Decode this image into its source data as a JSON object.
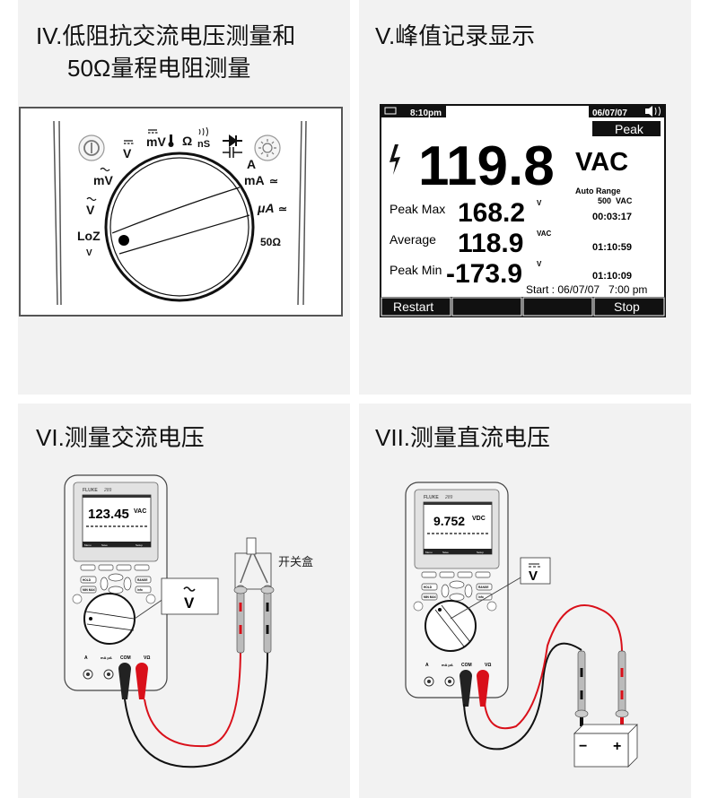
{
  "panels": [
    {
      "title_line1": "IV.低阻抗交流电压测量和",
      "title_line2": "50Ω量程电阻测量",
      "dial": {
        "v_dc": "V",
        "mv_dc": "mV",
        "ohm": "Ω",
        "ns": "nS",
        "mv_ac": "mV",
        "v_ac": "V",
        "loz": "LoZ",
        "loz_v": "V",
        "a": "A",
        "ma": "mA",
        "ua": "μA",
        "ohm50": "50Ω",
        "ac_dc_symbol": "≃"
      }
    },
    {
      "title": "V.峰值记录显示",
      "screen": {
        "time": "8:10pm",
        "date": "06/07/07",
        "mode": "Peak",
        "main_value": "119.8",
        "main_unit": "VAC",
        "range_label": "Auto Range",
        "range_value": "500  VAC",
        "rows": [
          {
            "label": "Peak Max",
            "value": "168.2",
            "unit": "V",
            "time": "00:03:17"
          },
          {
            "label": "Average",
            "value": "118.9",
            "unit": "VAC",
            "time": "01:10:59"
          },
          {
            "label": "Peak Min",
            "value": "-173.9",
            "unit": "V",
            "time": "01:10:09"
          }
        ],
        "start": "Start : 06/07/07   7:00 pm",
        "softkeys": [
          "Restart",
          "",
          "",
          "Stop"
        ]
      }
    },
    {
      "title": "VI.测量交流电压",
      "meter_reading": "123.45",
      "meter_unit": "VAC",
      "callout": "V",
      "switch_box_label": "开关盒",
      "brand": "FLUKE",
      "model": "289",
      "jack_com": "COM",
      "jack_a": "A",
      "jack_ma": "mA μA",
      "jack_v": "VΩ",
      "keys": [
        "HOLD",
        "MIN MAX",
        "RANGE",
        "Info"
      ],
      "softkeys": [
        "Menu",
        "Save",
        "",
        "Setup"
      ]
    },
    {
      "title": "VII.测量直流电压",
      "meter_reading": "9.752",
      "meter_unit": "VDC",
      "callout": "V",
      "battery_minus": "−",
      "battery_plus": "+",
      "brand": "FLUKE",
      "model": "289",
      "jack_com": "COM",
      "jack_a": "A",
      "jack_ma": "mA μA",
      "jack_v": "VΩ",
      "keys": [
        "HOLD",
        "MIN MAX",
        "RANGE",
        "Info"
      ],
      "softkeys": [
        "Menu",
        "Save",
        "",
        "Setup"
      ]
    }
  ],
  "colors": {
    "panel_bg": "#f2f2f2",
    "red_lead": "#d9101a",
    "black_lead": "#111111"
  }
}
